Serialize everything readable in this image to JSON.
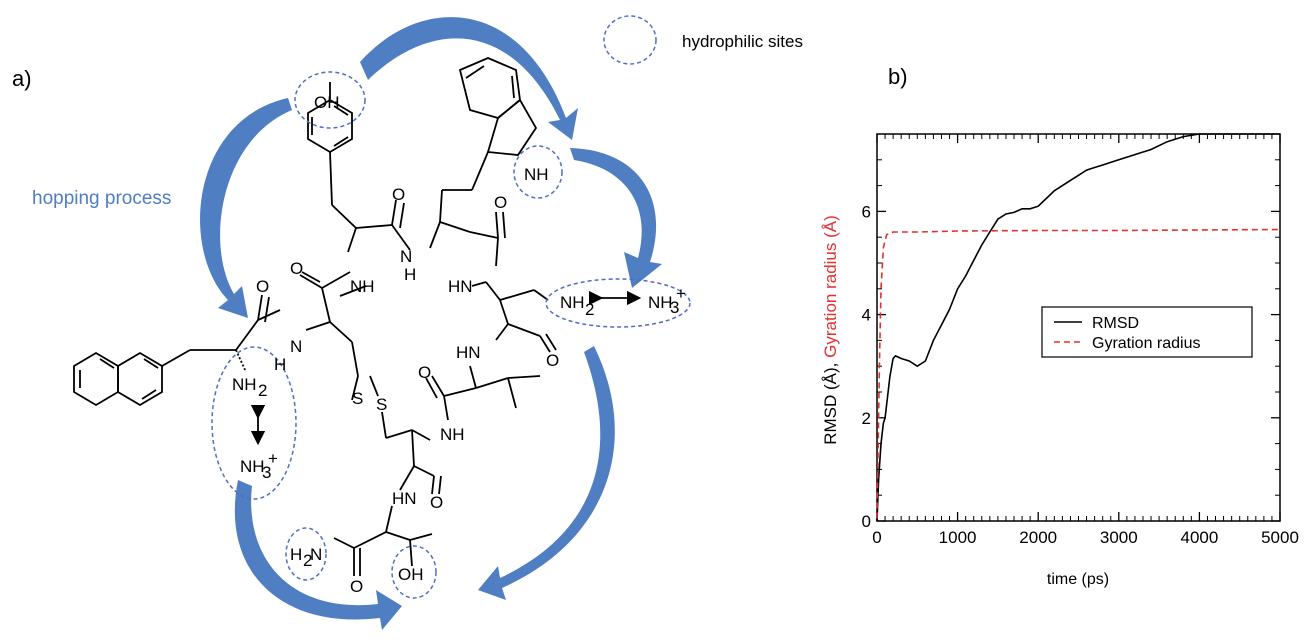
{
  "panel_a": {
    "label": "a)",
    "legend_text": "hydrophilic sites",
    "process_label": "hopping process",
    "atoms": {
      "oh_top": "OH",
      "nh_indole": "NH",
      "o1": "O",
      "o2": "O",
      "o3": "O",
      "o4": "O",
      "o5": "O",
      "o6": "O",
      "o7": "O",
      "nh_a": "NH",
      "nh_b": "H",
      "n_b": "N",
      "hn_c": "HN",
      "nh2_side": "NH",
      "nh2_sub": "2",
      "nh3_side": "NH",
      "nh3_sub": "3",
      "nh3_sup": "+",
      "n_d": "N",
      "h_d": "H",
      "hn_e": "HN",
      "nh2_n": "NH",
      "nh2_n_sub": "2",
      "nh3_n": "NH",
      "nh3_n_sub": "3",
      "nh3_n_sup": "+",
      "s1": "S",
      "s2": "S",
      "nh_f": "NH",
      "hn_g": "HN",
      "h2n": "H",
      "h2n_sub": "2",
      "h2n_n": "N",
      "oh_bottom": "OH"
    }
  },
  "panel_b": {
    "label": "b)"
  },
  "chart_data": {
    "type": "line",
    "xlabel": "time (ps)",
    "ylabel_parts": [
      "RMSD (Å), ",
      "Gyration radius (Å)"
    ],
    "xlim": [
      0,
      5000
    ],
    "ylim": [
      0,
      7.5
    ],
    "xticks": [
      0,
      1000,
      2000,
      3000,
      4000,
      5000
    ],
    "yticks": [
      0,
      2,
      4,
      6
    ],
    "x_ticklabels": [
      "0",
      "1000",
      "2000",
      "3000",
      "4000",
      "5000"
    ],
    "y_ticklabels": [
      "0",
      "2",
      "4",
      "6"
    ],
    "legend_position": "center-right",
    "grid": false,
    "series": [
      {
        "name": "RMSD",
        "color": "#000000",
        "dash": "solid",
        "x": [
          0,
          20,
          50,
          80,
          100,
          130,
          160,
          200,
          230,
          300,
          400,
          500,
          600,
          700,
          800,
          900,
          1000,
          1100,
          1200,
          1300,
          1400,
          1500,
          1600,
          1700,
          1800,
          1900,
          2000,
          2100,
          2200,
          2300,
          2400,
          2500,
          2600,
          2700,
          2800,
          2900,
          3000,
          3200,
          3400,
          3600,
          3800,
          4000,
          4200,
          4400,
          4600,
          4800,
          5000
        ],
        "y": [
          0,
          0.8,
          1.5,
          1.9,
          2.0,
          2.4,
          2.8,
          3.15,
          3.2,
          3.15,
          3.1,
          3.0,
          3.1,
          3.5,
          3.8,
          4.1,
          4.5,
          4.75,
          5.05,
          5.35,
          5.6,
          5.85,
          5.95,
          5.98,
          6.05,
          6.05,
          6.1,
          6.25,
          6.4,
          6.5,
          6.6,
          6.7,
          6.8,
          6.85,
          6.9,
          6.95,
          7.0,
          7.1,
          7.2,
          7.35,
          7.45,
          7.5,
          7.5,
          7.5,
          7.5,
          7.5,
          7.5
        ]
      },
      {
        "name": "Gyration radius",
        "color": "#e03030",
        "dash": "dashed",
        "x": [
          0,
          15,
          30,
          50,
          80,
          120,
          200,
          500,
          1000,
          2000,
          3000,
          4000,
          5000
        ],
        "y": [
          0.05,
          1.5,
          3.0,
          4.5,
          5.3,
          5.55,
          5.6,
          5.6,
          5.62,
          5.63,
          5.63,
          5.64,
          5.65
        ]
      }
    ]
  }
}
